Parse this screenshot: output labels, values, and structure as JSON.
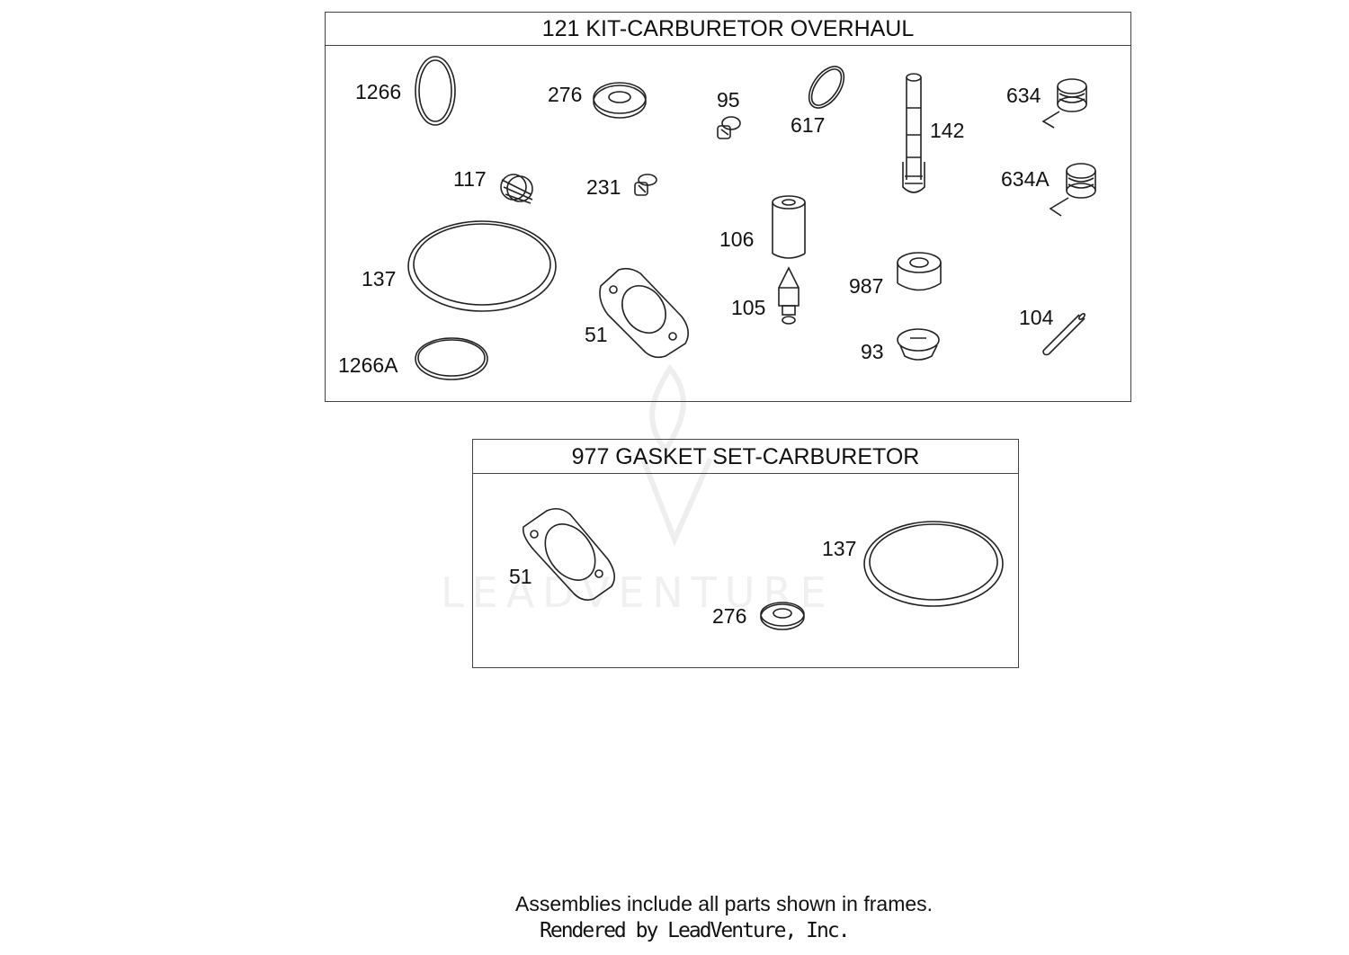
{
  "kit_frame": {
    "title": "121 KIT-CARBURETOR OVERHAUL",
    "parts": [
      {
        "id": "1266",
        "name": "o-ring"
      },
      {
        "id": "276",
        "name": "washer"
      },
      {
        "id": "95",
        "name": "screw"
      },
      {
        "id": "617",
        "name": "o-ring"
      },
      {
        "id": "142",
        "name": "nozzle"
      },
      {
        "id": "634",
        "name": "spring"
      },
      {
        "id": "117",
        "name": "spring"
      },
      {
        "id": "231",
        "name": "screw"
      },
      {
        "id": "634A",
        "name": "spring"
      },
      {
        "id": "106",
        "name": "seat"
      },
      {
        "id": "137",
        "name": "gasket"
      },
      {
        "id": "987",
        "name": "washer"
      },
      {
        "id": "105",
        "name": "needle"
      },
      {
        "id": "51",
        "name": "gasket"
      },
      {
        "id": "104",
        "name": "pin"
      },
      {
        "id": "93",
        "name": "plug"
      },
      {
        "id": "1266A",
        "name": "o-ring"
      }
    ]
  },
  "gasket_frame": {
    "title": "977 GASKET SET-CARBURETOR",
    "parts": [
      {
        "id": "51",
        "name": "gasket"
      },
      {
        "id": "137",
        "name": "gasket"
      },
      {
        "id": "276",
        "name": "washer"
      }
    ]
  },
  "watermark": "LEADVENTURE",
  "footer": {
    "note": "Assemblies include all parts shown in frames.",
    "rendered_by": "Rendered by LeadVenture, Inc."
  }
}
